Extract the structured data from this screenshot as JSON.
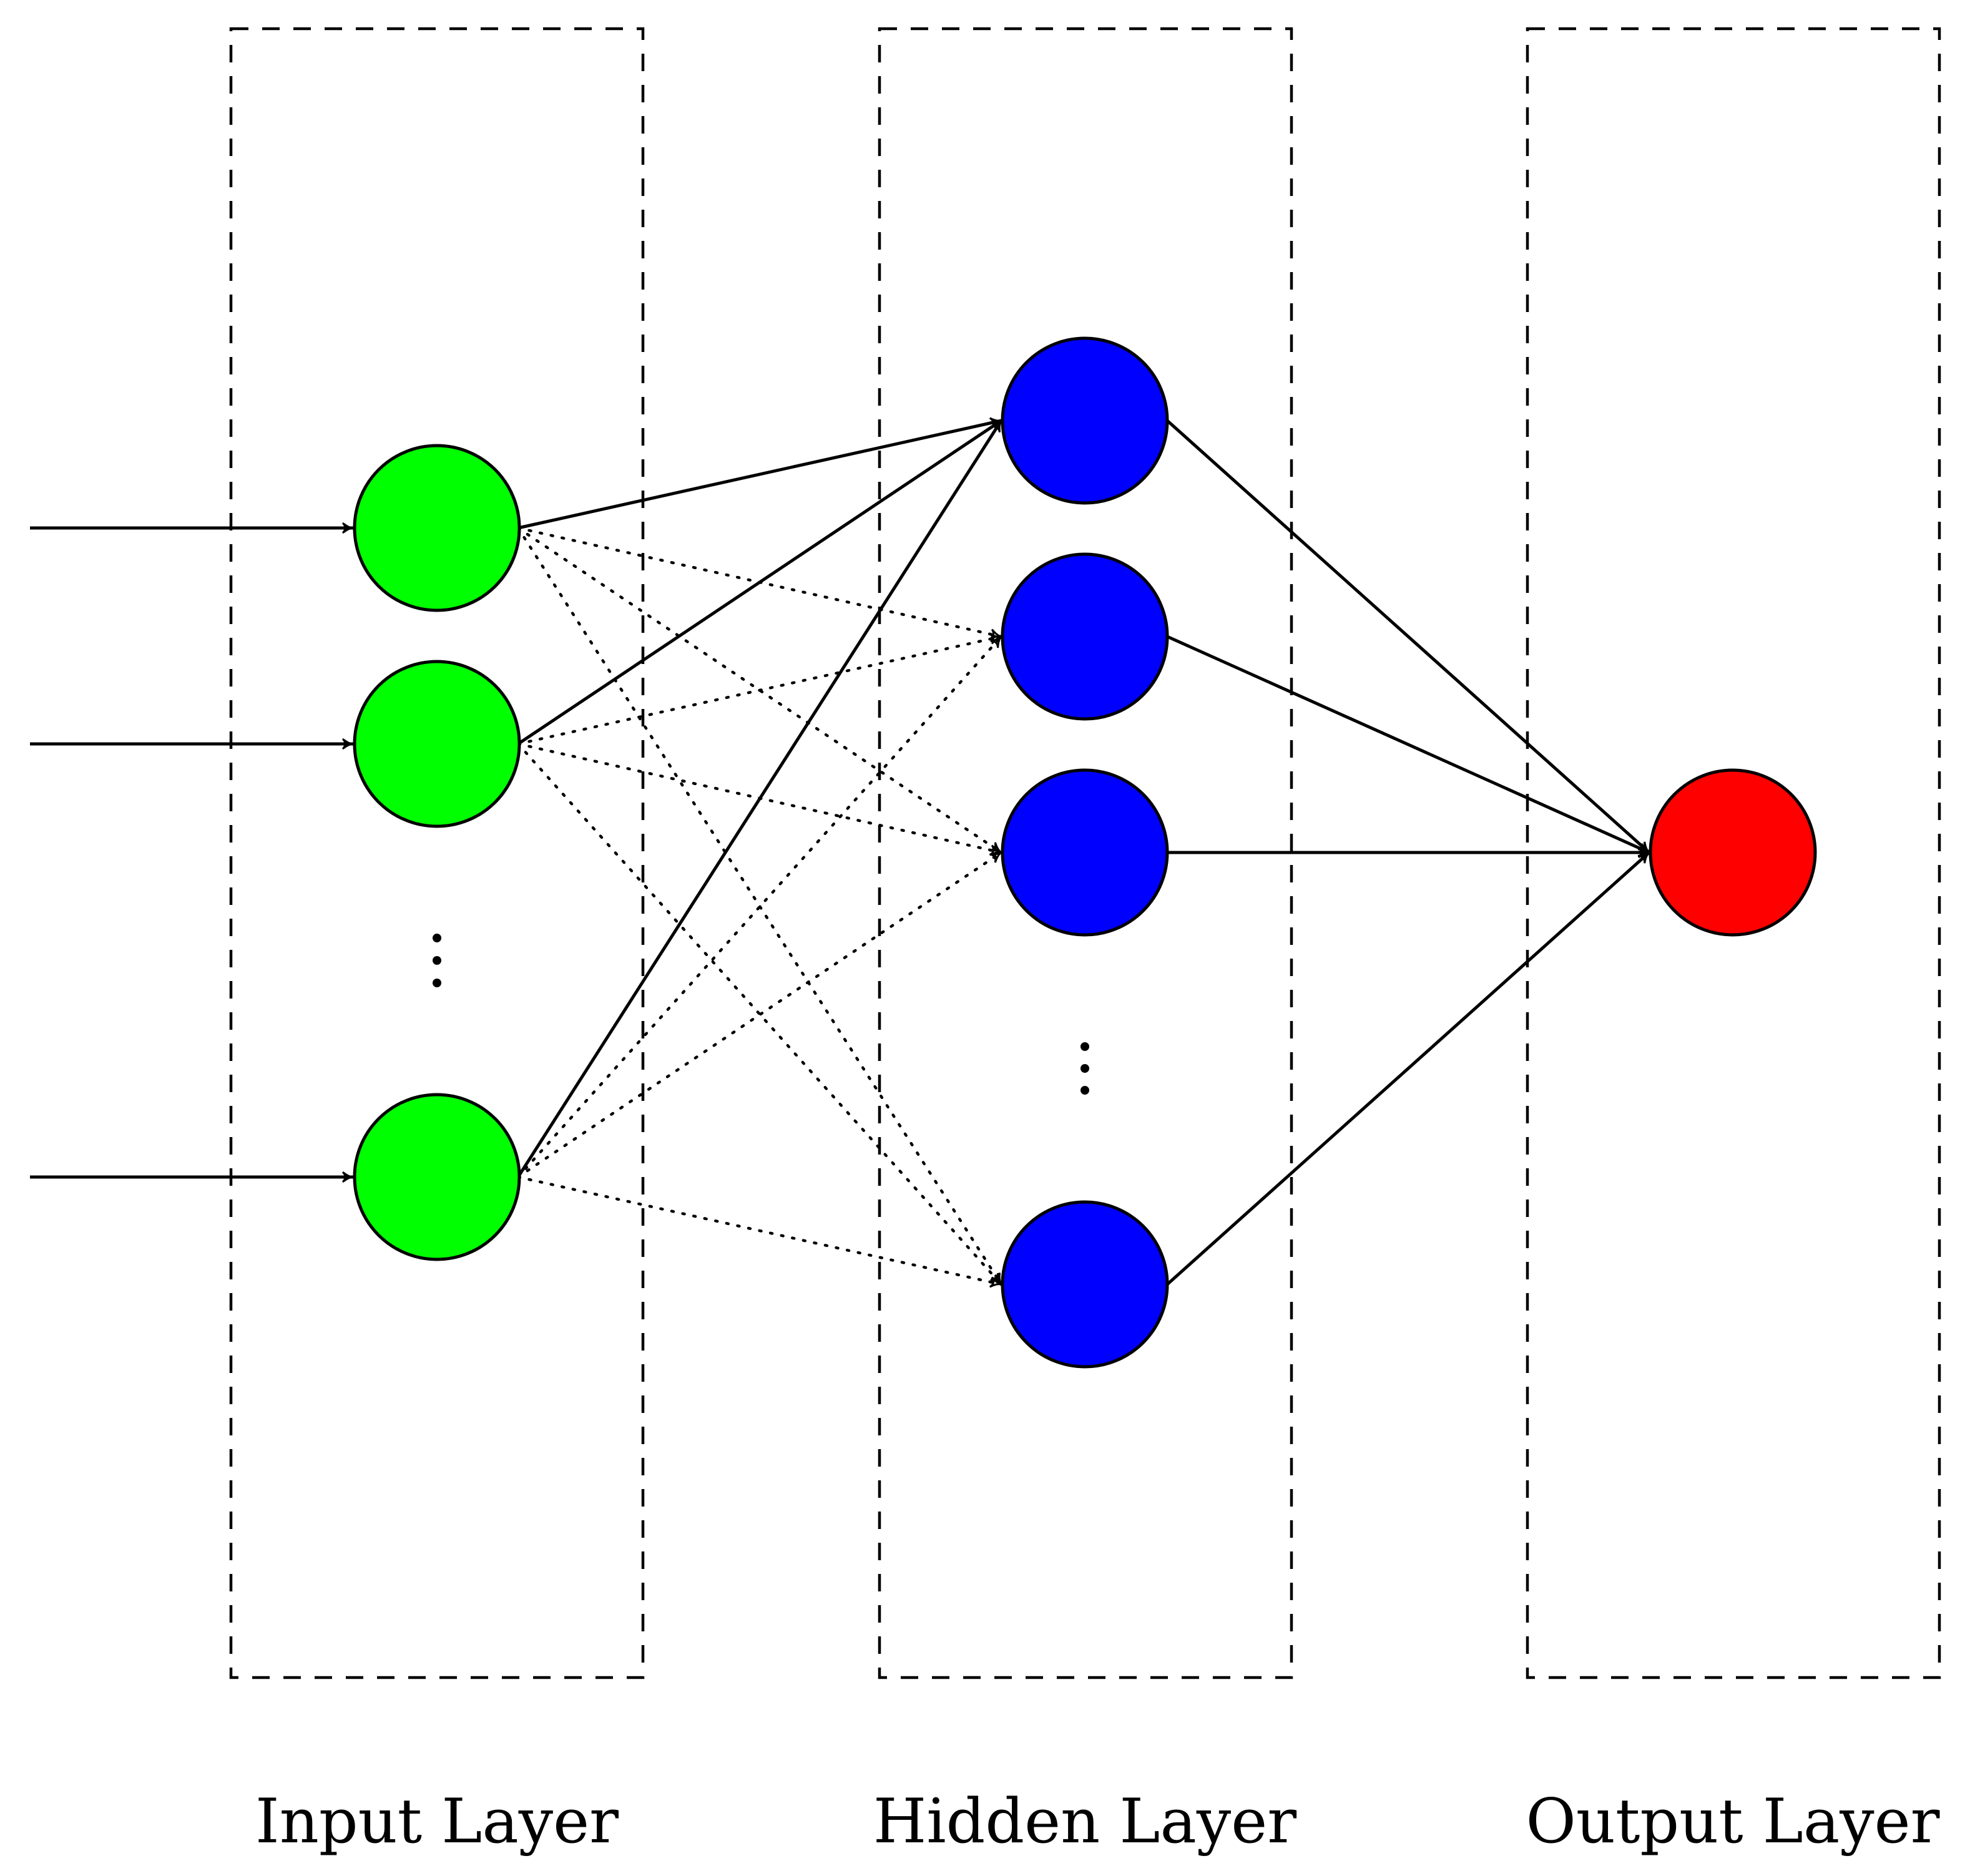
{
  "labels": {
    "input": "Input Layer",
    "hidden": "Hidden Layer",
    "output": "Output Layer"
  },
  "colors": {
    "input_node": "#00ff00",
    "hidden_node": "#0000ff",
    "output_node": "#ff0000",
    "stroke": "#000000"
  },
  "network": {
    "input_nodes": 3,
    "hidden_nodes": 4,
    "output_nodes": 1,
    "input_has_ellipsis": true,
    "hidden_has_ellipsis": true
  }
}
